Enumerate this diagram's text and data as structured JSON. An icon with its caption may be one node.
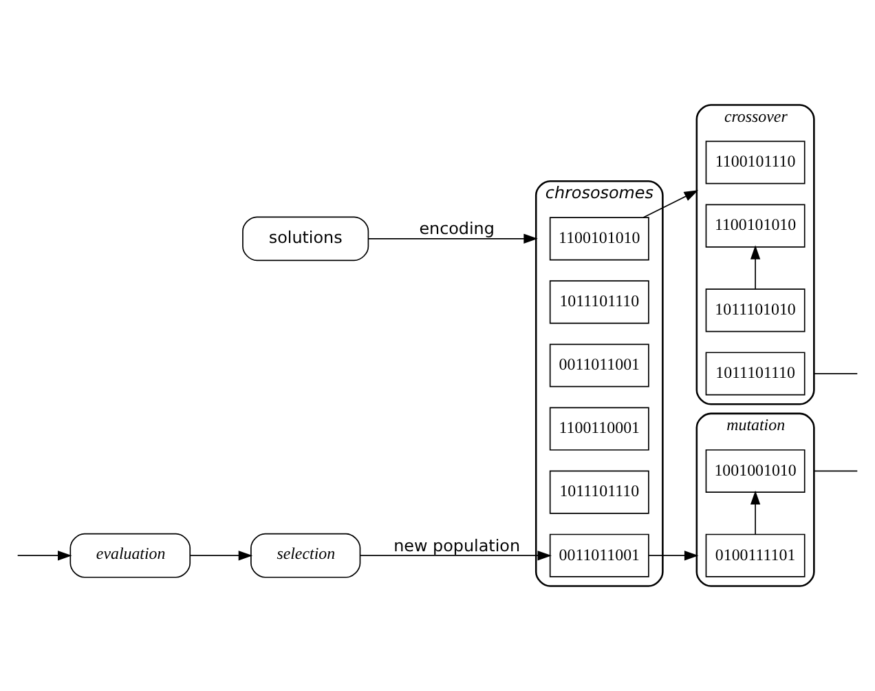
{
  "diagram": {
    "nodes": [
      {
        "text": [
          "solutions"
        ]
      },
      {
        "text": [
          "chrososomes"
        ]
      },
      {
        "text": [
          "1100101010"
        ],
        "in": 1
      },
      {
        "text": [
          "1011101110"
        ],
        "in": 1
      },
      {
        "text": [
          "0011011001"
        ],
        "in": 1
      },
      {
        "text": [
          "1100110001"
        ],
        "in": 1
      },
      {
        "text": [
          "1011101110"
        ],
        "in": 1
      },
      {
        "text": [
          "0011011001"
        ],
        "in": 1
      },
      {
        "text": [
          "crossover"
        ]
      },
      {
        "text": [
          "1100101110"
        ],
        "in": 8
      },
      {
        "text": [
          "1011101010"
        ],
        "in": 8
      },
      {
        "text": [
          "1100101010"
        ],
        "in": 8
      },
      {
        "text": [
          "1011101110"
        ],
        "in": 8
      },
      {
        "text": [
          "mutation"
        ]
      },
      {
        "text": [
          "0100111101"
        ],
        "in": 13
      },
      {
        "text": [
          "1001001010"
        ],
        "in": 13
      },
      {
        "text": [
          "selection"
        ]
      },
      {
        "text": [
          "evaluation"
        ]
      }
    ],
    "edges": [
      {
        "from": 0,
        "to": 1,
        "arrow": "to",
        "label": "encoding"
      },
      {
        "from": 2,
        "to": 8,
        "arrow": "to"
      },
      {
        "from": 10,
        "to": 11,
        "arrow": "to"
      },
      {
        "from": 8,
        "to": null,
        "arrow": "none"
      },
      {
        "from": 7,
        "to": 13,
        "arrow": "to"
      },
      {
        "from": 14,
        "to": 15,
        "arrow": "to"
      },
      {
        "from": 13,
        "to": null,
        "arrow": "none"
      },
      {
        "from": null,
        "to": 17,
        "arrow": "to"
      },
      {
        "from": 17,
        "to": 16,
        "arrow": "to"
      },
      {
        "from": 16,
        "to": 7,
        "arrow": "to",
        "label": "new population"
      }
    ]
  }
}
